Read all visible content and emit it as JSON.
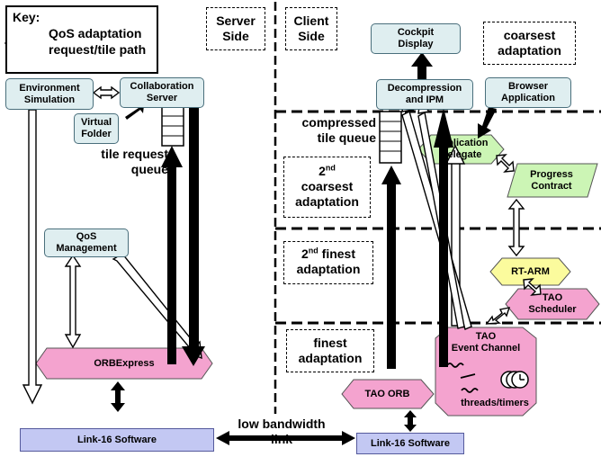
{
  "key": {
    "title": "Key:",
    "qos_label": "QoS adaptation",
    "path_label": "request/tile path"
  },
  "sides": {
    "server": "Server\nSide",
    "client": "Client\nSide"
  },
  "left": {
    "env_sim": "Environment\nSimulation",
    "collab_server": "Collaboration\nServer",
    "virtual_folder": "Virtual\nFolder",
    "tile_request_queue": "tile request\nqueue",
    "qos_mgmt": "QoS\nManagement",
    "orbexpress": "ORBExpress",
    "link16": "Link-16 Software"
  },
  "middle": {
    "link_label": "low bandwidth\nlink"
  },
  "right": {
    "cockpit": "Cockpit\nDisplay",
    "coarsest": "coarsest\nadaptation",
    "decompression": "Decompression\nand IPM",
    "browser": "Browser\nApplication",
    "compressed_queue": "compressed\ntile queue",
    "app_delegate": "Application\nDelegate",
    "second_coarsest_sup": "nd",
    "second_coarsest_rest": "coarsest\nadaptation",
    "progress_contract": "Progress\nContract",
    "rt_arm": "RT-ARM",
    "second_finest_sup": "nd",
    "second_finest_rest": "finest\nadaptation",
    "tao_scheduler": "TAO\nScheduler",
    "finest": "finest\nadaptation",
    "event_channel": "TAO\nEvent Channel",
    "threads_timers": "threads/timers",
    "tao_orb": "TAO ORB",
    "link16": "Link-16 Software"
  },
  "colors": {
    "blue_box": "#dfeef0",
    "pink": "#f4a3cf",
    "green": "#ccf5b5",
    "yellow": "#fbfb9d",
    "lavender": "#c3c8f3"
  }
}
